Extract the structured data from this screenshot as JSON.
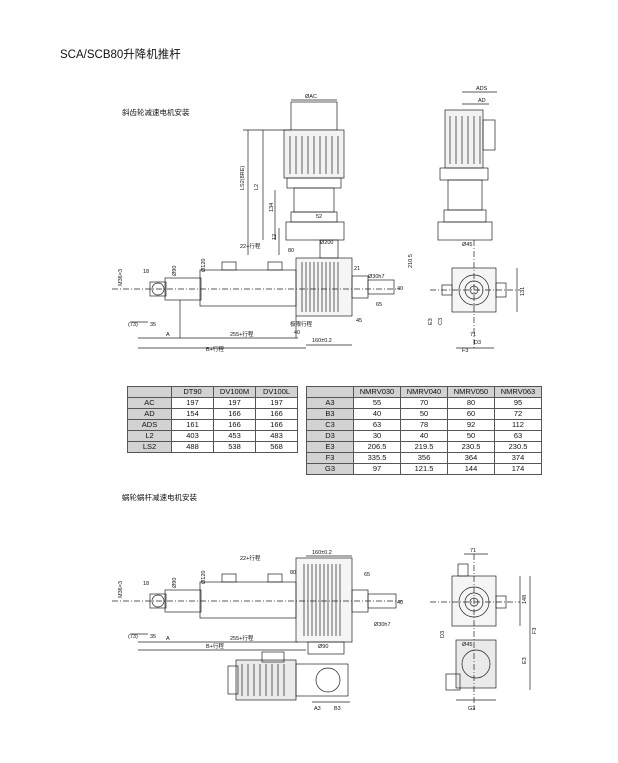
{
  "page": {
    "title": "SCA/SCB80升降机推杆",
    "section1_title": "斜齿轮减速电机安装",
    "section2_title": "蜗轮蜗杆减速电机安装"
  },
  "drawing1": {
    "labels": {
      "oac": "ØAC",
      "ads": "ADS",
      "ad": "AD",
      "l2": "L2",
      "ls2": "LS2(8RE)",
      "d134": "134",
      "d52": "52",
      "d12": "12",
      "d80": "80",
      "o200": "Ø200",
      "stroke22": "22+行程",
      "o120": "Ø120",
      "o90": "Ø90",
      "m36": "M36×3",
      "d18": "18",
      "d21": "21",
      "d210": "210.5",
      "o30": "Ø30h7",
      "d65": "65",
      "d40": "40",
      "d45": "45",
      "d73": "(73)",
      "d35": "35",
      "a": "A",
      "stroke255": "255+行程",
      "bstroke": "B+行程",
      "d160": "160±0.2",
      "limit": "极限行程",
      "o45": "Ø45",
      "c3": "C3",
      "e3": "E3",
      "d3": "D3",
      "f3": "F3",
      "d131": "131",
      "d71": "71"
    }
  },
  "table1": {
    "headers": [
      "",
      "DT90",
      "DV100M",
      "DV100L"
    ],
    "rows": [
      [
        "AC",
        "197",
        "197",
        "197"
      ],
      [
        "AD",
        "154",
        "166",
        "166"
      ],
      [
        "ADS",
        "161",
        "166",
        "166"
      ],
      [
        "L2",
        "403",
        "453",
        "483"
      ],
      [
        "LS2",
        "488",
        "538",
        "568"
      ]
    ]
  },
  "table2": {
    "headers": [
      "",
      "NMRV030",
      "NMRV040",
      "NMRV050",
      "NMRV063"
    ],
    "rows": [
      [
        "A3",
        "55",
        "70",
        "80",
        "95"
      ],
      [
        "B3",
        "40",
        "50",
        "60",
        "72"
      ],
      [
        "C3",
        "63",
        "78",
        "92",
        "112"
      ],
      [
        "D3",
        "30",
        "40",
        "50",
        "63"
      ],
      [
        "E3",
        "206.5",
        "219.5",
        "230.5",
        "230.5"
      ],
      [
        "F3",
        "335.5",
        "356",
        "364",
        "374"
      ],
      [
        "G3",
        "97",
        "121.5",
        "144",
        "174"
      ]
    ]
  },
  "drawing2": {
    "labels": {
      "d160": "160±0.2",
      "stroke22": "22+行程",
      "o120": "Ø120",
      "o90": "Ø90",
      "m36": "M36×3",
      "d18": "18",
      "d65": "65",
      "d40": "40",
      "o30": "Ø30h7",
      "d73": "(73)",
      "d35": "35",
      "a": "A",
      "stroke255": "255+行程",
      "bstroke": "B+行程",
      "o90b": "Ø90",
      "a3": "A3",
      "b3": "B3",
      "d71": "71",
      "d148": "148",
      "o45": "Ø45",
      "e3": "E3",
      "f3": "F3",
      "g3": "G3",
      "d3": "D3",
      "d80": "80"
    }
  }
}
